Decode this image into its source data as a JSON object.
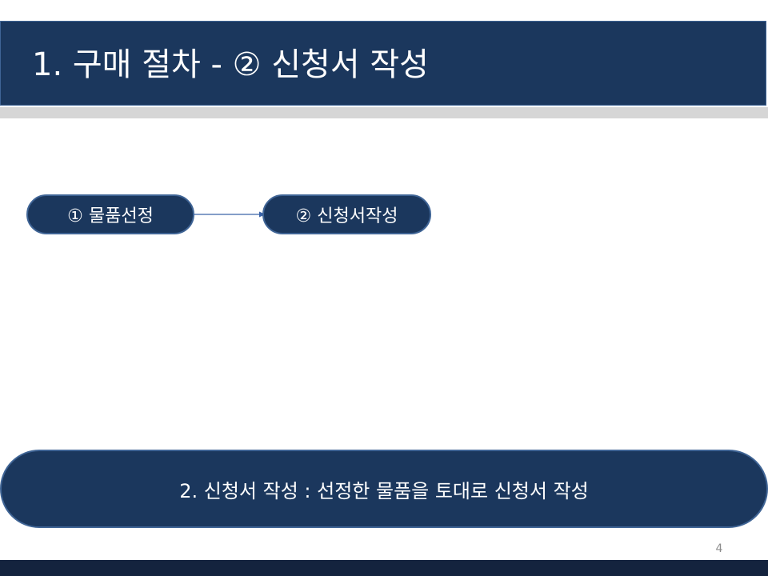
{
  "slide": {
    "title": "1. 구매 절차 - ② 신청서 작성",
    "flow": {
      "steps": [
        {
          "label": "① 물품선정"
        },
        {
          "label": "② 신청서작성"
        }
      ]
    },
    "summary": "2. 신청서 작성 : 선정한 물품을 토대로 신청서 작성",
    "page_number": "4"
  },
  "colors": {
    "navy": "#1b375d",
    "border_blue": "#3f6495",
    "arrow": "#3a63a8",
    "band_gray": "#d6d6d6",
    "footer": "#14233e",
    "page_number_gray": "#8c8c8c"
  },
  "icons": {
    "flow_connector": "arrow-right-icon"
  }
}
